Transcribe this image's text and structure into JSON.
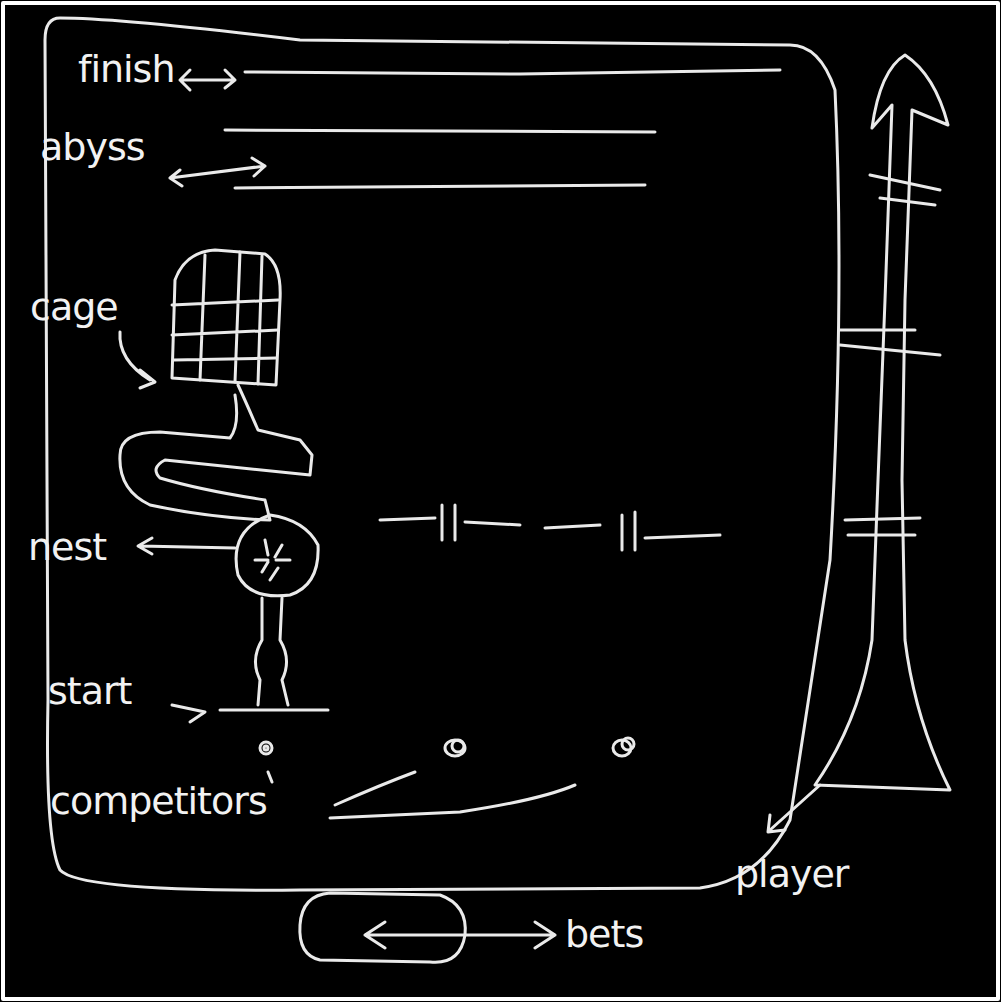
{
  "diagram": {
    "labels": [
      "finish",
      "abyss",
      "cage",
      "nest",
      "start",
      "competitors",
      "player",
      "bets"
    ]
  }
}
